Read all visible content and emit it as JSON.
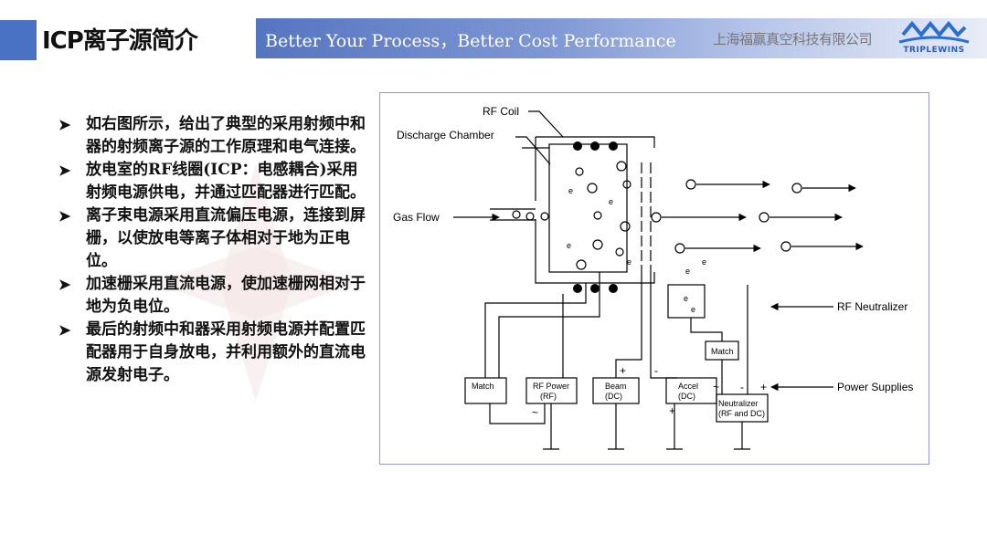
{
  "header": {
    "title": "ICP离子源简介",
    "slogan": "Better Your Process，Better Cost Performance",
    "company": "上海福赢真空科技有限公司",
    "logo_text": "TRIPLEWINS"
  },
  "bullets": [
    "如右图所示，给出了典型的采用射频中和器的射频离子源的工作原理和电气连接。",
    "放电室的RF线圈(ICP：电感耦合)采用射频电源供电，并通过匹配器进行匹配。",
    "离子束电源采用直流偏压电源，连接到屏栅，以使放电等离子体相对于地为正电位。",
    "加速栅采用直流电源，使加速栅网相对于地为负电位。",
    "最后的射频中和器采用射频电源并配置匹配器用于自身放电，并利用额外的直流电源发射电子。"
  ],
  "diagram": {
    "rf_coil": "RF Coil",
    "discharge_chamber": "Discharge Chamber",
    "gas_flow": "Gas Flow",
    "rf_neutralizer": "RF Neutralizer",
    "power_supplies": "Power Supplies",
    "match_left": "Match",
    "match_right": "Match",
    "rf_power_1": "RF Power",
    "rf_power_2": "(RF)",
    "beam_1": "Beam",
    "beam_2": "(DC)",
    "accel_1": "Accel",
    "accel_2": "(DC)",
    "neut_1": "Neutralizer",
    "neut_2": "(RF and DC)",
    "electron": "e",
    "minus": "-",
    "plus": "+",
    "tilde": "~"
  }
}
